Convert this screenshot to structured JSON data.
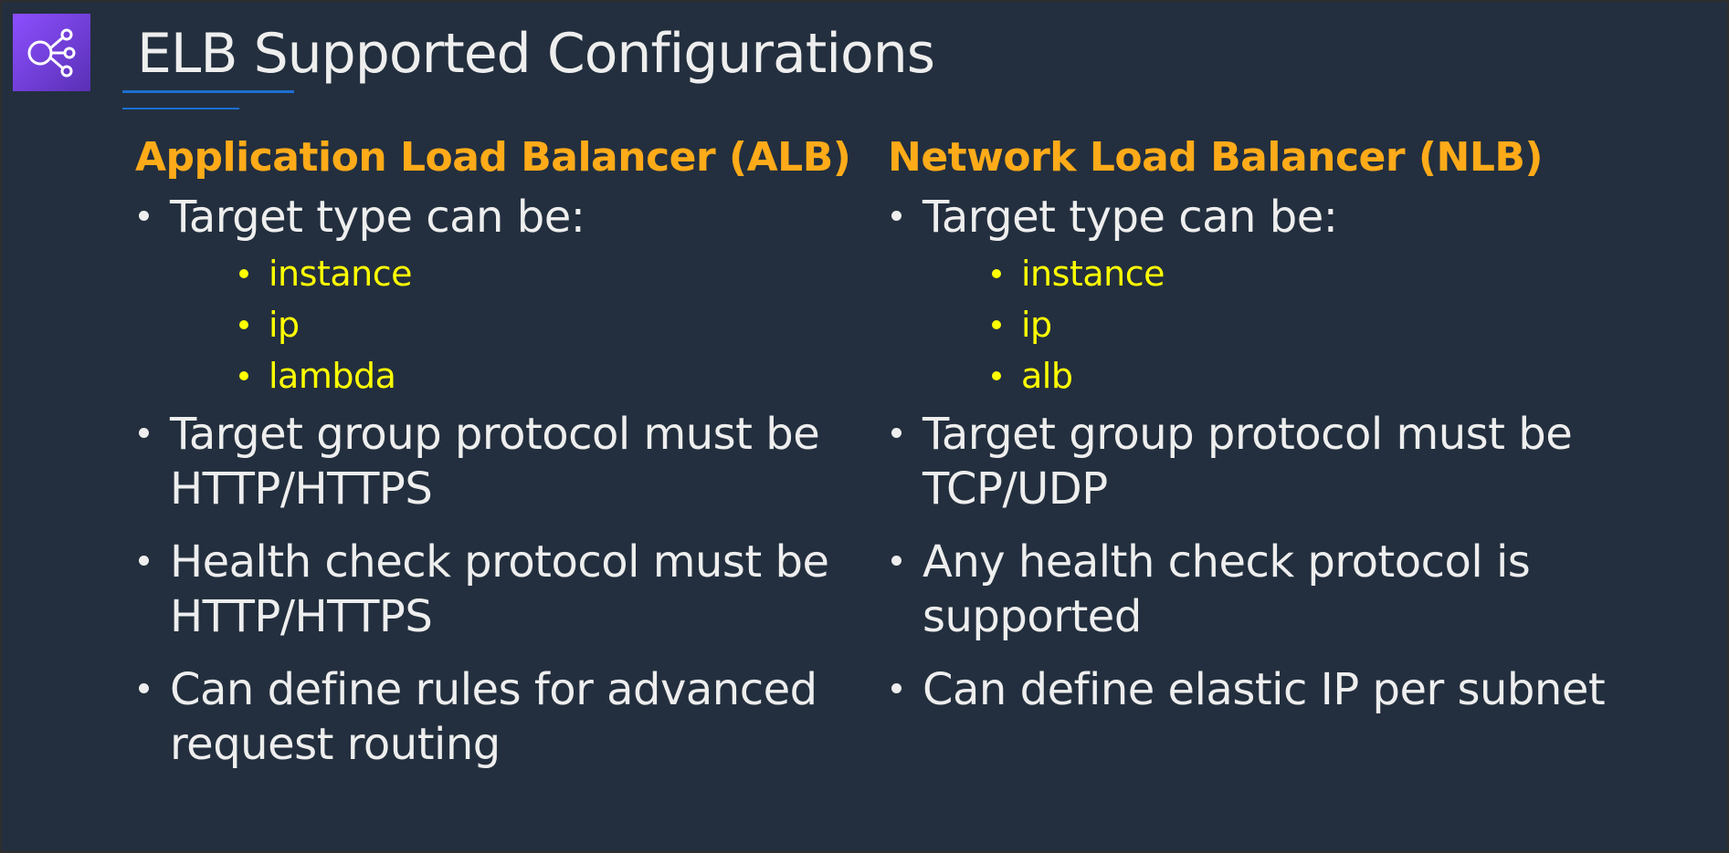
{
  "slide": {
    "logo_icon": "elastic-load-balancing-icon",
    "title": "ELB Supported Configurations",
    "colors": {
      "background": "#232f3e",
      "heading": "#ffab19",
      "sub_bullet": "#ffff00",
      "text": "#eeeeee",
      "accent_rule": "#1b6fd1",
      "logo": "#8c4fff"
    }
  },
  "alb": {
    "heading": "Application Load Balancer (ALB)",
    "target_type": {
      "label": "Target type can be:",
      "items": [
        "instance",
        "ip",
        "lambda"
      ]
    },
    "points": [
      "Target group protocol must be HTTP/HTTPS",
      "Health check protocol must be HTTP/HTTPS",
      "Can define rules for advanced request routing"
    ]
  },
  "nlb": {
    "heading": "Network Load Balancer (NLB)",
    "target_type": {
      "label": "Target type can be:",
      "items": [
        "instance",
        "ip",
        "alb"
      ]
    },
    "points": [
      "Target group protocol must be TCP/UDP",
      "Any health check protocol is supported",
      "Can define elastic IP per subnet"
    ]
  }
}
